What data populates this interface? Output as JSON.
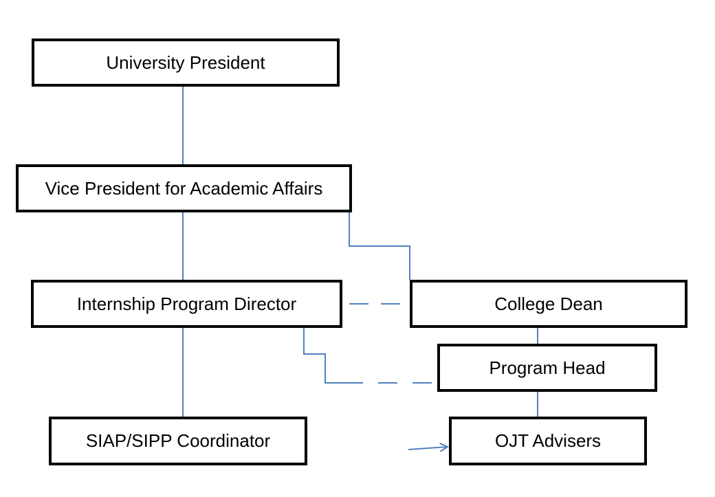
{
  "diagram": {
    "line_color": "#4f81bd",
    "box_border_color": "#000000",
    "nodes": {
      "president": "University President",
      "vpaa": "Vice President for Academic Affairs",
      "director": "Internship Program Director",
      "dean": "College Dean",
      "head": "Program Head",
      "coordinator": "SIAP/SIPP Coordinator",
      "ojt": "OJT Advisers"
    },
    "edges": [
      {
        "from": "president",
        "to": "vpaa",
        "style": "solid"
      },
      {
        "from": "vpaa",
        "to": "director",
        "style": "solid"
      },
      {
        "from": "vpaa",
        "to": "dean",
        "style": "solid"
      },
      {
        "from": "director",
        "to": "coordinator",
        "style": "solid"
      },
      {
        "from": "director",
        "to": "dean",
        "style": "dashed"
      },
      {
        "from": "director",
        "to": "head",
        "style": "dashed"
      },
      {
        "from": "dean",
        "to": "head",
        "style": "solid"
      },
      {
        "from": "head",
        "to": "ojt",
        "style": "solid"
      },
      {
        "from": "coordinator",
        "to": "ojt",
        "style": "arrow"
      }
    ]
  }
}
